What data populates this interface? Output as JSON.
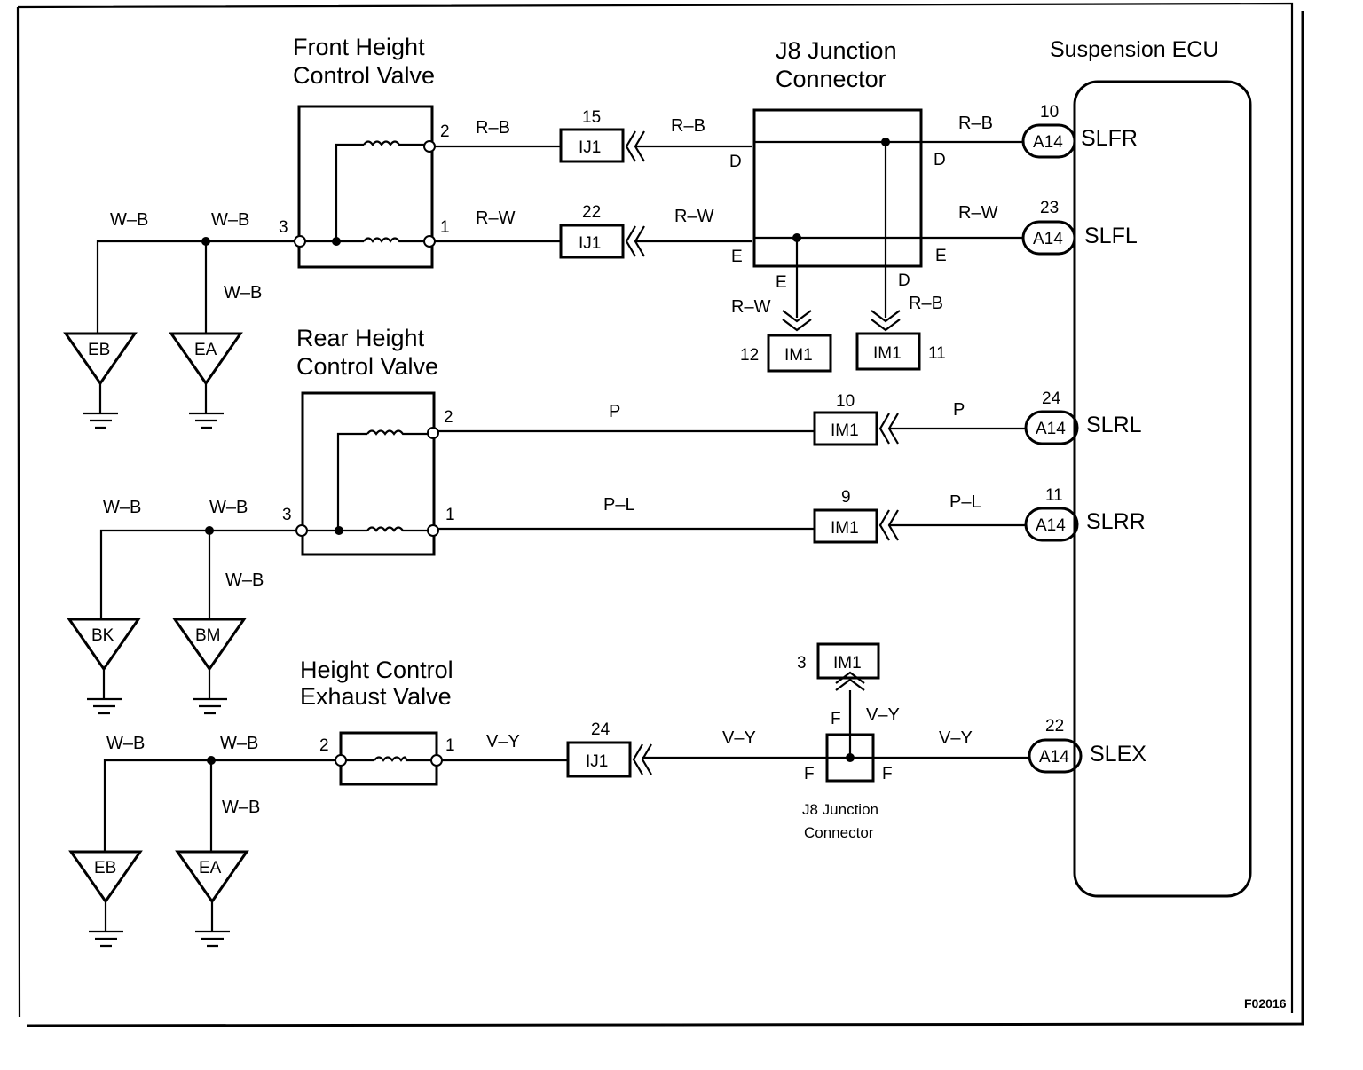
{
  "components": {
    "front_valve": {
      "line1": "Front Height",
      "line2": "Control Valve",
      "pin2": "2",
      "pin1": "1",
      "pin3": "3"
    },
    "rear_valve": {
      "line1": "Rear Height",
      "line2": "Control Valve",
      "pin2": "2",
      "pin1": "1",
      "pin3": "3"
    },
    "exhaust_valve": {
      "line1": "Height Control",
      "line2": "Exhaust Valve",
      "pin2": "2",
      "pin1": "1"
    },
    "j8_top": {
      "line1": "J8 Junction",
      "line2": "Connector",
      "pin_d": "D",
      "pin_e": "E"
    },
    "j8_bottom": {
      "line1": "J8 Junction",
      "line2": "Connector",
      "pin_f": "F"
    },
    "ecu": {
      "title": "Suspension ECU"
    }
  },
  "connectors": {
    "ij1": "IJ1",
    "im1": "IM1",
    "a14": "A14",
    "ij1_pins": [
      "15",
      "22",
      "24"
    ],
    "im1_pins": [
      "10",
      "9",
      "3",
      "12",
      "11"
    ],
    "a14_pins": [
      "10",
      "23",
      "24",
      "11",
      "22"
    ]
  },
  "ecu_terminals": [
    "SLFR",
    "SLFL",
    "SLRL",
    "SLRR",
    "SLEX"
  ],
  "wires": {
    "wb": "W–B",
    "rb": "R–B",
    "rw": "R–W",
    "p": "P",
    "pl": "P–L",
    "vy": "V–Y"
  },
  "grounds": [
    "EB",
    "EA",
    "BK",
    "BM",
    "EB",
    "EA"
  ],
  "figure_id": "F02016"
}
